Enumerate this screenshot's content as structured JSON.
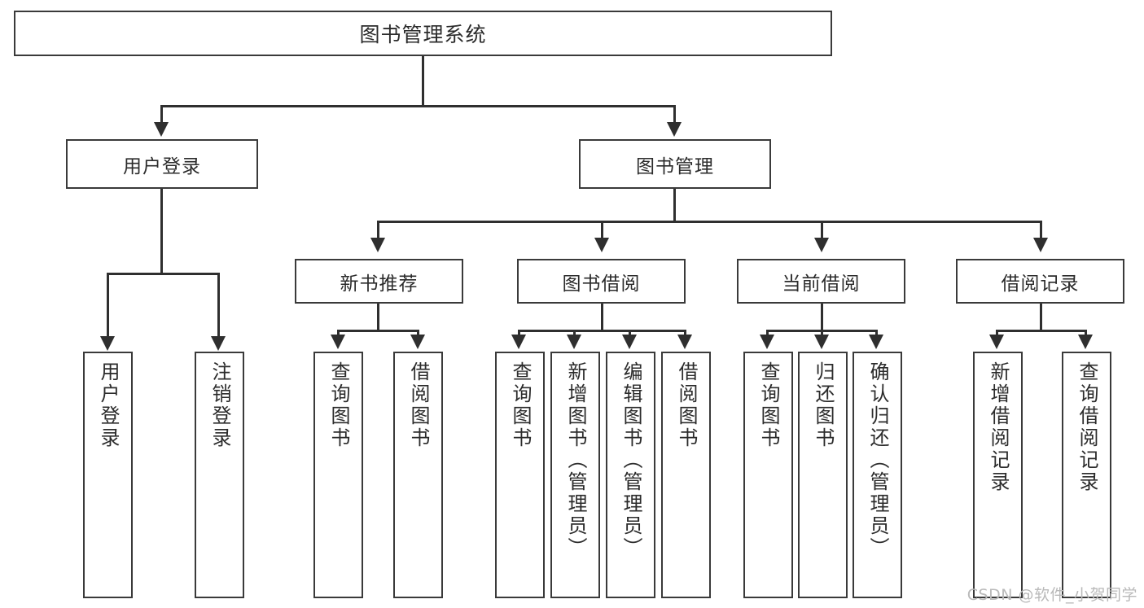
{
  "diagram": {
    "title": "图书管理系统",
    "watermark": "CSDN @软件_小贺同学",
    "line_color": "#2f2f2f",
    "box_border_color": "#3a3a3a",
    "background_color": "#ffffff",
    "text_color": "#2b2b2b"
  },
  "nodes": {
    "root": {
      "label": "图书管理系统"
    },
    "level1": [
      {
        "label": "用户登录"
      },
      {
        "label": "图书管理"
      }
    ],
    "level2": [
      {
        "label": "新书推荐"
      },
      {
        "label": "图书借阅"
      },
      {
        "label": "当前借阅"
      },
      {
        "label": "借阅记录"
      }
    ],
    "leaves": {
      "user_login": [
        {
          "label": "用户登录"
        },
        {
          "label": "注销登录"
        }
      ],
      "new_book_recommend": [
        {
          "label": "查询图书"
        },
        {
          "label": "借阅图书"
        }
      ],
      "book_borrow": [
        {
          "label": "查询图书"
        },
        {
          "label": "新增图书（管理员）"
        },
        {
          "label": "编辑图书（管理员）"
        },
        {
          "label": "借阅图书"
        }
      ],
      "current_borrow": [
        {
          "label": "查询图书"
        },
        {
          "label": "归还图书"
        },
        {
          "label": "确认归还（管理员）"
        }
      ],
      "borrow_record": [
        {
          "label": "新增借阅记录"
        },
        {
          "label": "查询借阅记录"
        }
      ]
    }
  }
}
